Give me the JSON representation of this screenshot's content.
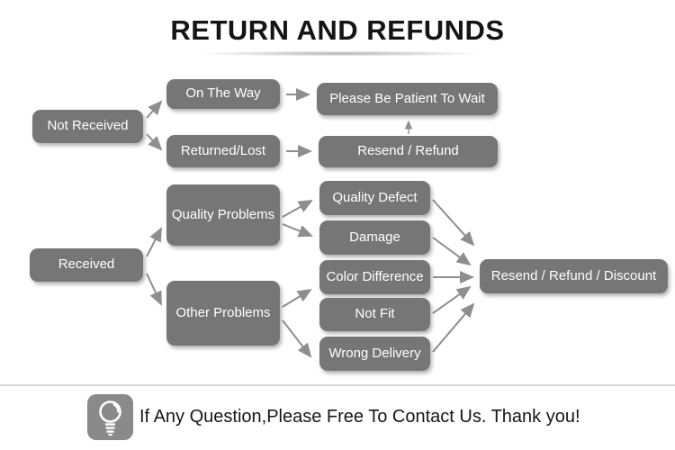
{
  "title": "RETURN AND REFUNDS",
  "flowchart": {
    "nodes": {
      "not_received": "Not Received",
      "on_the_way": "On The Way",
      "returned_lost": "Returned/Lost",
      "please_wait": "Please Be Patient To Wait",
      "resend_refund": "Resend / Refund",
      "received": "Received",
      "quality_problems": "Quality Problems",
      "other_problems": "Other Problems",
      "quality_defect": "Quality Defect",
      "damage": "Damage",
      "color_difference": "Color Difference",
      "not_fit": "Not Fit",
      "wrong_delivery": "Wrong Delivery",
      "resend_refund_discount": "Resend / Refund / Discount"
    },
    "connections": [
      {
        "from": "not_received",
        "to": "on_the_way"
      },
      {
        "from": "not_received",
        "to": "returned_lost"
      },
      {
        "from": "on_the_way",
        "to": "please_wait"
      },
      {
        "from": "returned_lost",
        "to": "resend_refund"
      },
      {
        "from": "resend_refund",
        "to": "please_wait"
      },
      {
        "from": "received",
        "to": "quality_problems"
      },
      {
        "from": "received",
        "to": "other_problems"
      },
      {
        "from": "quality_problems",
        "to": "quality_defect"
      },
      {
        "from": "quality_problems",
        "to": "damage"
      },
      {
        "from": "other_problems",
        "to": "color_difference"
      },
      {
        "from": "other_problems",
        "to": "wrong_delivery"
      },
      {
        "from": "quality_defect",
        "to": "resend_refund_discount"
      },
      {
        "from": "damage",
        "to": "resend_refund_discount"
      },
      {
        "from": "color_difference",
        "to": "resend_refund_discount"
      },
      {
        "from": "not_fit",
        "to": "resend_refund_discount"
      },
      {
        "from": "wrong_delivery",
        "to": "resend_refund_discount"
      }
    ],
    "colors": {
      "node_background": "#767676",
      "node_text": "#ffffff",
      "arrow": "#8e8e8e",
      "title_text": "#141414",
      "divider": "#d8d8d8",
      "icon_background": "#8a8a8a"
    }
  },
  "footer": {
    "icon": "lightbulb-icon",
    "message": "If Any Question,Please Free To Contact Us. Thank you!"
  }
}
